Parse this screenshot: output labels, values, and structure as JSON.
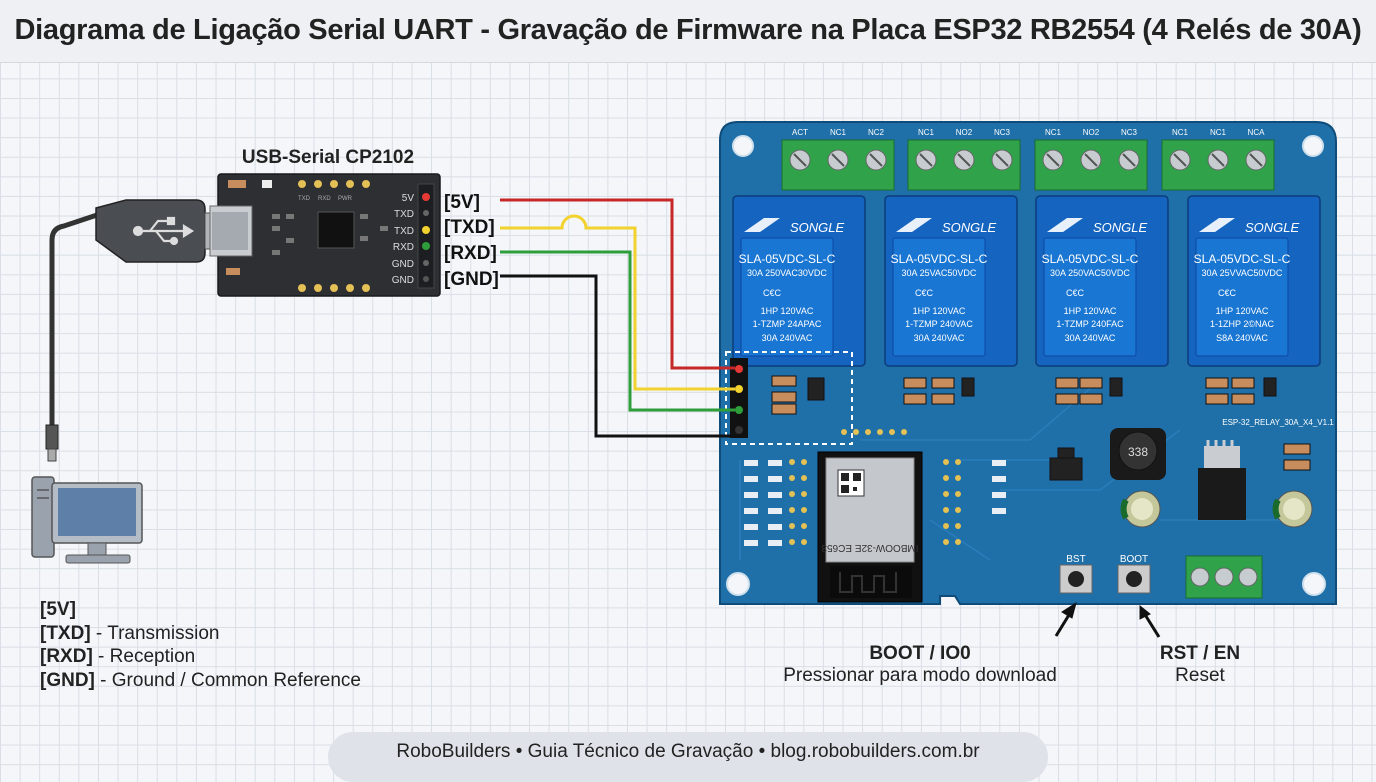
{
  "title": "Diagrama de Ligação Serial UART - Gravação de Firmware na Placa ESP32 RB2554 (4 Relés de 30A)",
  "usb_serial": {
    "name": "USB-Serial CP2102",
    "pins": [
      "5V",
      "TXD",
      "TXD",
      "RXD",
      "GND",
      "GND"
    ],
    "led_labels": [
      "TXD",
      "RXD",
      "PWR"
    ]
  },
  "wire_labels": [
    "[5V]",
    "[TXD]",
    "[RXD]",
    "[GND]"
  ],
  "wire_colors": {
    "v5": "#c62828",
    "txd": "#f2d22e",
    "rxd": "#2e9e3a",
    "gnd": "#111111"
  },
  "relay_board": {
    "terminal_labels": [
      [
        "ACT",
        "NC1",
        "NC2"
      ],
      [
        "NC1",
        "NO2",
        "NC3"
      ],
      [
        "NC1",
        "NO2",
        "NC3"
      ],
      [
        "NC1",
        "NC1",
        "NCA"
      ]
    ],
    "relay_brand": "SONGLE",
    "relays": [
      {
        "model": "SLA-05VDC-SL-C",
        "rating": "30A 250VAC30VDC",
        "cert": "C€C",
        "spec1": "1HP 120VAC",
        "spec2": "1-TZMP 24APAC",
        "spec3": "30A 240VAC"
      },
      {
        "model": "SLA-05VDC-SL-C",
        "rating": "30A 25VAC50VDC",
        "cert": "C€C",
        "spec1": "1HP 120VAC",
        "spec2": "1-TZMP 240VAC",
        "spec3": "30A 240VAC"
      },
      {
        "model": "SLA-05VDC-SL-C",
        "rating": "30A 250VAC50VDC",
        "cert": "C€C",
        "spec1": "1HP 120VAC",
        "spec2": "1-TZMP 240FAC",
        "spec3": "30A 240VAC"
      },
      {
        "model": "SLA-05VDC-SL-C",
        "rating": "30A 25VVAC50VDC",
        "cert": "C€C",
        "spec1": "1HP 120VAC",
        "spec2": "1-1ZHP 2©NAC",
        "spec3": "S8A 240VAC"
      }
    ],
    "board_id": "ESP-32_RELAY_30A_X4_V1.1",
    "module_label": "IMBOOW-32E EC653",
    "inductor": "338",
    "button_labels": [
      "BST",
      "BOOT"
    ]
  },
  "callouts": [
    {
      "head": "BOOT / IO0",
      "sub": "Pressionar para modo download"
    },
    {
      "head": "RST / EN",
      "sub": "Reset"
    }
  ],
  "legend": [
    {
      "key": "[5V]",
      "desc": ""
    },
    {
      "key": "[TXD]",
      "desc": " - Transmission"
    },
    {
      "key": "[RXD]",
      "desc": " - Reception"
    },
    {
      "key": "[GND]",
      "desc": " - Ground / Common Reference"
    }
  ],
  "footer": "RoboBuilders • Guia Técnico de Gravação • blog.robobuilders.com.br"
}
